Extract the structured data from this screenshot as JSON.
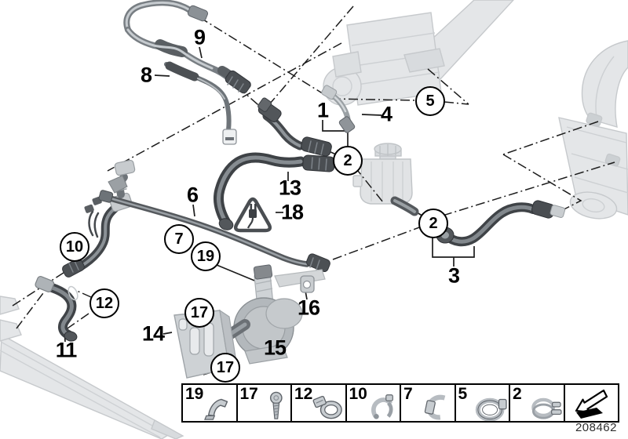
{
  "figure": {
    "drawing_number": "208462"
  },
  "callouts": {
    "plain": [
      {
        "label": "9"
      },
      {
        "label": "8"
      },
      {
        "label": "1"
      },
      {
        "label": "4"
      },
      {
        "label": "13"
      },
      {
        "label": "18"
      },
      {
        "label": "6"
      },
      {
        "label": "3"
      },
      {
        "label": "16"
      },
      {
        "label": "15"
      },
      {
        "label": "14"
      },
      {
        "label": "11"
      }
    ],
    "circled": [
      {
        "label": "5"
      },
      {
        "label": "2"
      },
      {
        "label": "2"
      },
      {
        "label": "7"
      },
      {
        "label": "19"
      },
      {
        "label": "10"
      },
      {
        "label": "12"
      },
      {
        "label": "17"
      },
      {
        "label": "17"
      }
    ]
  },
  "warning": {
    "symbol": "electrical-plug-warning"
  },
  "legend": {
    "cells": [
      {
        "label": "19",
        "icon": "retainer-bracket-icon"
      },
      {
        "label": "17",
        "icon": "screw-icon"
      },
      {
        "label": "12",
        "icon": "worm-drive-clamp-icon"
      },
      {
        "label": "10",
        "icon": "pipe-clip-icon"
      },
      {
        "label": "7",
        "icon": "retaining-clip-icon"
      },
      {
        "label": "5",
        "icon": "hose-clamp-icon"
      },
      {
        "label": "2",
        "icon": "spring-band-clamp-icon"
      },
      {
        "label": "",
        "icon": "direction-arrow-icon"
      }
    ]
  }
}
